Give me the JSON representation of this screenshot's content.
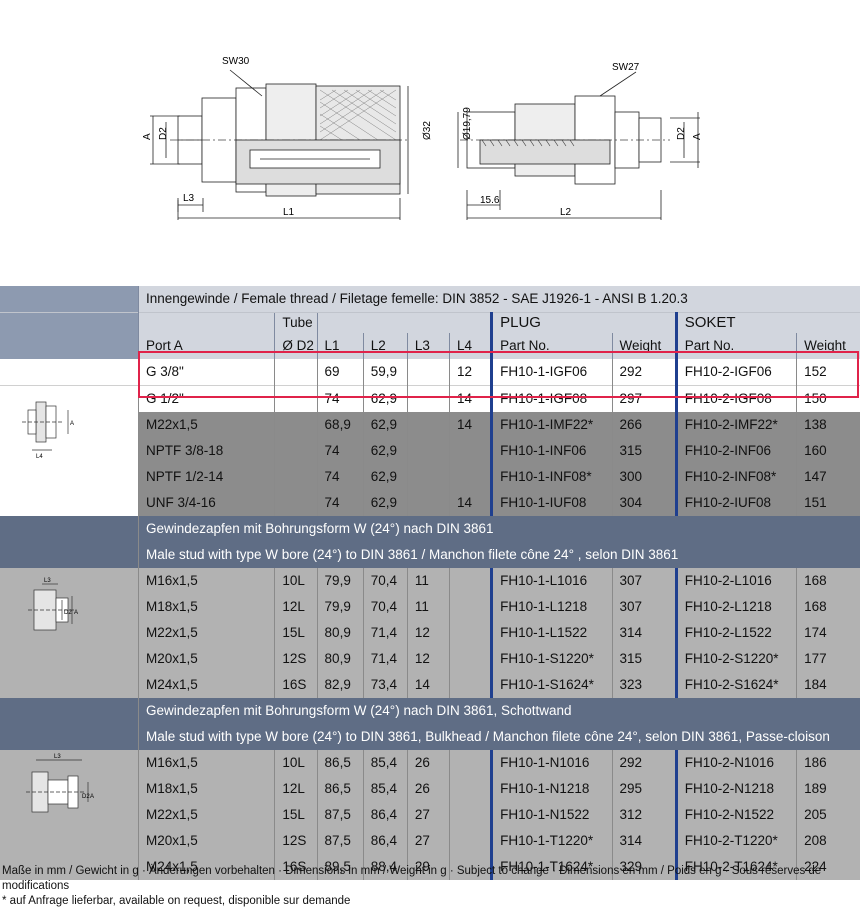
{
  "drawing": {
    "labels": {
      "sw30": "SW30",
      "sw27": "SW27",
      "a_left": "A",
      "d2_left": "D2",
      "d32": "Ø32",
      "d1979": "Ø19,79",
      "d2_right": "D2",
      "a_right": "A",
      "l3": "L3",
      "l1": "L1",
      "dim156": "15.6",
      "l2": "L2"
    }
  },
  "table": {
    "section1": {
      "title": "Innengewinde / Female thread / Filetage femelle: DIN 3852 - SAE J1926-1 - ANSI B 1.20.3",
      "plug": "PLUG",
      "soket": "SOKET",
      "tube": "Tube",
      "columns": [
        "Port A",
        "Ø D2",
        "L1",
        "L2",
        "L3",
        "L4",
        "Part No.",
        "Weight",
        "Part No.",
        "Weight"
      ],
      "rows": [
        [
          "G 3/8\"",
          "",
          "69",
          "59,9",
          "",
          "12",
          "FH10-1-IGF06",
          "292",
          "FH10-2-IGF06",
          "152"
        ],
        [
          "G 1/2\"",
          "",
          "74",
          "62,9",
          "",
          "14",
          "FH10-1-IGF08",
          "297",
          "FH10-2-IGF08",
          "150"
        ],
        [
          "M22x1,5",
          "",
          "68,9",
          "62,9",
          "",
          "14",
          "FH10-1-IMF22*",
          "266",
          "FH10-2-IMF22*",
          "138"
        ],
        [
          "NPTF 3/8-18",
          "",
          "74",
          "62,9",
          "",
          "",
          "FH10-1-INF06",
          "315",
          "FH10-2-INF06",
          "160"
        ],
        [
          "NPTF 1/2-14",
          "",
          "74",
          "62,9",
          "",
          "",
          "FH10-1-INF08*",
          "300",
          "FH10-2-INF08*",
          "147"
        ],
        [
          "UNF 3/4-16",
          "",
          "74",
          "62,9",
          "",
          "14",
          "FH10-1-IUF08",
          "304",
          "FH10-2-IUF08",
          "151"
        ]
      ]
    },
    "section2": {
      "title1": "Gewindezapfen mit Bohrungsform W (24°) nach DIN 3861",
      "title2": "Male stud with type W bore (24°) to DIN 3861 / Manchon filete cône 24° , selon DIN 3861",
      "rows": [
        [
          "M16x1,5",
          "10L",
          "79,9",
          "70,4",
          "11",
          "",
          "FH10-1-L1016",
          "307",
          "FH10-2-L1016",
          "168"
        ],
        [
          "M18x1,5",
          "12L",
          "79,9",
          "70,4",
          "11",
          "",
          "FH10-1-L1218",
          "307",
          "FH10-2-L1218",
          "168"
        ],
        [
          "M22x1,5",
          "15L",
          "80,9",
          "71,4",
          "12",
          "",
          "FH10-1-L1522",
          "314",
          "FH10-2-L1522",
          "174"
        ],
        [
          "M20x1,5",
          "12S",
          "80,9",
          "71,4",
          "12",
          "",
          "FH10-1-S1220*",
          "315",
          "FH10-2-S1220*",
          "177"
        ],
        [
          "M24x1,5",
          "16S",
          "82,9",
          "73,4",
          "14",
          "",
          "FH10-1-S1624*",
          "323",
          "FH10-2-S1624*",
          "184"
        ]
      ]
    },
    "section3": {
      "title1": "Gewindezapfen mit Bohrungsform W (24°) nach DIN 3861, Schottwand",
      "title2": "Male stud with type W bore (24°) to DIN 3861, Bulkhead / Manchon filete cône 24°, selon DIN 3861, Passe-cloison",
      "rows": [
        [
          "M16x1,5",
          "10L",
          "86,5",
          "85,4",
          "26",
          "",
          "FH10-1-N1016",
          "292",
          "FH10-2-N1016",
          "186"
        ],
        [
          "M18x1,5",
          "12L",
          "86,5",
          "85,4",
          "26",
          "",
          "FH10-1-N1218",
          "295",
          "FH10-2-N1218",
          "189"
        ],
        [
          "M22x1,5",
          "15L",
          "87,5",
          "86,4",
          "27",
          "",
          "FH10-1-N1522",
          "312",
          "FH10-2-N1522",
          "205"
        ],
        [
          "M20x1,5",
          "12S",
          "87,5",
          "86,4",
          "27",
          "",
          "FH10-1-T1220*",
          "314",
          "FH10-2-T1220*",
          "208"
        ],
        [
          "M24x1,5",
          "16S",
          "89,5",
          "88,4",
          "29",
          "",
          "FH10-1-T1624*",
          "329",
          "FH10-2-T1624*",
          "224"
        ]
      ]
    },
    "thumb_labels": {
      "t1_a": "A",
      "t1_l4": "L4",
      "t2_l3": "L3",
      "t2_d2": "D2",
      "t2_a": "A",
      "t3_l3": "L3",
      "t3_d2": "D2",
      "t3_a": "A"
    }
  },
  "footer": {
    "line1": "Maße in mm / Gewicht in g · Änderungen vorbehalten · Dimensions in mm / Weight in g · Subject to change · Dimensions en mm / Poids en g · Sous réserves de modifications",
    "line2": "* auf Anfrage lieferbar, available on request, disponible sur demande"
  },
  "colors": {
    "highlight": "#e0234a",
    "section_header": "#5f6d85",
    "accent_blue": "#1f3f8f"
  }
}
